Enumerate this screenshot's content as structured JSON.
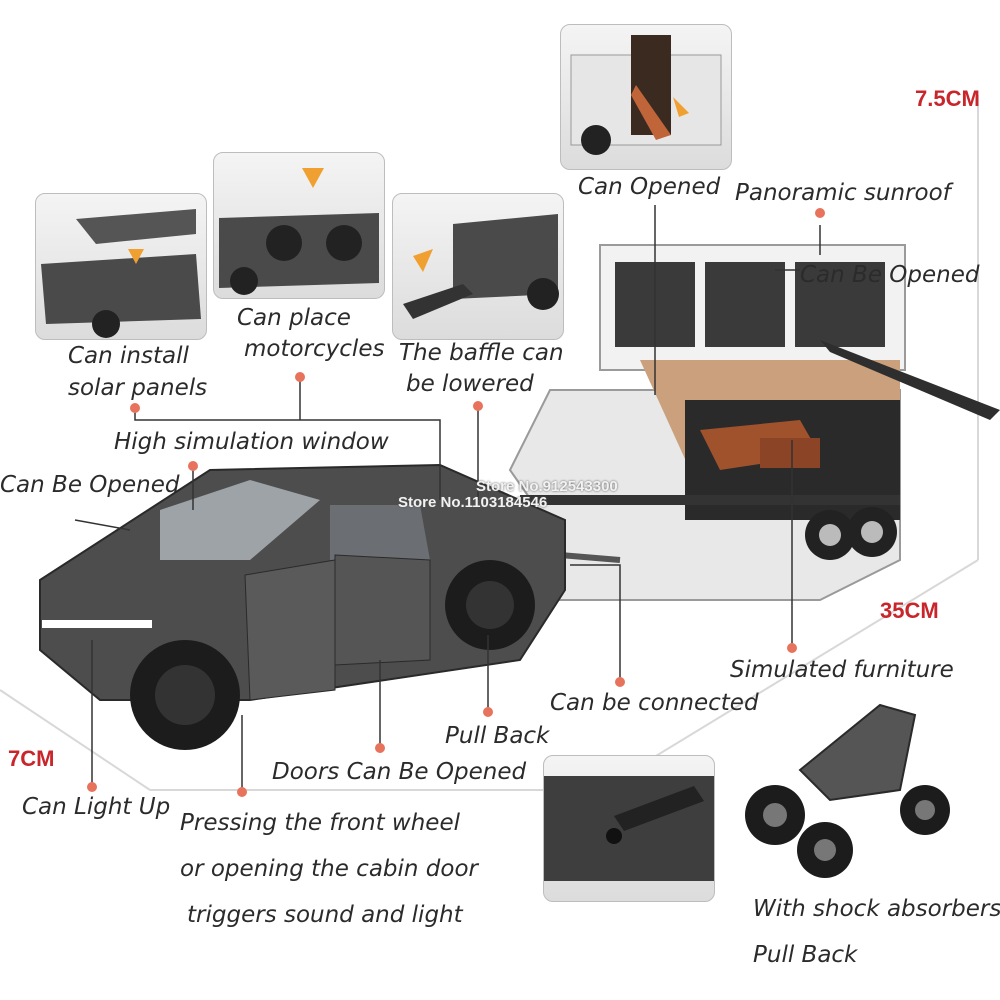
{
  "labels": {
    "can_opened": "Can Opened",
    "panoramic_sunroof": "Panoramic sunroof",
    "can_be_opened_roof": "Can Be Opened",
    "can_install": "Can install",
    "solar_panels": "solar panels",
    "can_place": "Can place",
    "motorcycles": "motorcycles",
    "baffle1": "The baffle can",
    "baffle2": "be lowered",
    "high_sim_window": "High simulation window",
    "can_be_opened_hood": "Can Be Opened",
    "simulated_furniture": "Simulated furniture",
    "can_be_connected": "Can be connected",
    "pull_back": "Pull Back",
    "doors": "Doors Can Be Opened",
    "can_light_up": "Can Light Up",
    "press1": "Pressing the front wheel",
    "press2": "or opening the cabin door",
    "press3": "triggers sound and light",
    "shock": "With shock absorbers",
    "pull_back_atv": "Pull Back"
  },
  "dimensions": {
    "height_trailer": "7.5CM",
    "length": "35CM",
    "height_truck": "7CM"
  },
  "watermarks": {
    "wm1": "Store No.912543300",
    "wm2": "Store No.1103184546"
  },
  "colors": {
    "accent": "#c8262b",
    "dot": "#e8735c",
    "truck": "#4a4a4a",
    "trailer": "#e6e6e6",
    "furniture": "#a0522d"
  }
}
